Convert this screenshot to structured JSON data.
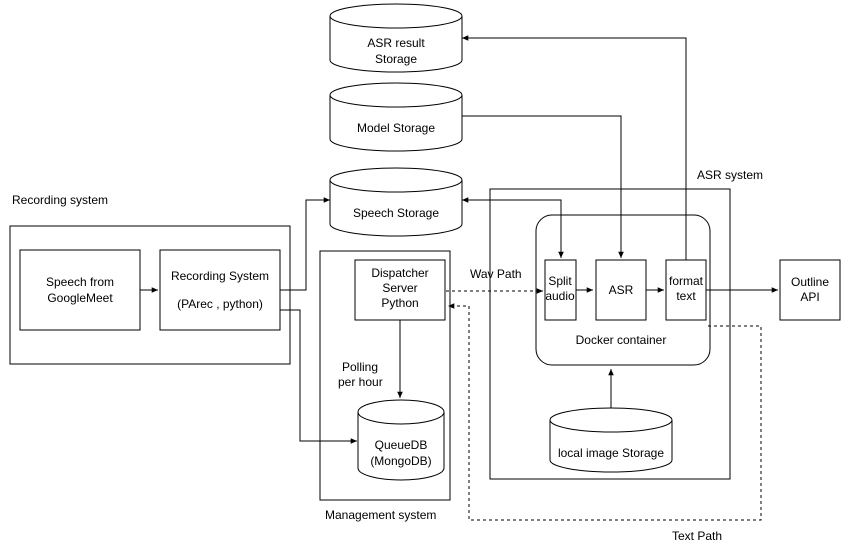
{
  "groups": {
    "recording": "Recording system",
    "management": "Management system",
    "asr": "ASR system",
    "docker": "Docker container"
  },
  "storages": {
    "asr_result": [
      "ASR result",
      "Storage"
    ],
    "model": "Model Storage",
    "speech": "Speech Storage",
    "queue": [
      "QueueDB",
      "(MongoDB)"
    ],
    "local_image": "local image Storage"
  },
  "processes": {
    "speech_source": [
      "Speech from",
      "GoogleMeet"
    ],
    "recording_system": [
      "Recording System",
      "(PArec , python)"
    ],
    "dispatcher": [
      "Dispatcher",
      "Server",
      "Python"
    ],
    "split_audio": [
      "Split",
      "audio"
    ],
    "asr": "ASR",
    "format_text": [
      "format",
      "text"
    ],
    "outline_api": [
      "Outline",
      "API"
    ]
  },
  "edge_labels": {
    "wav_path": "Wav Path",
    "polling": [
      "Polling",
      "per hour"
    ],
    "text_path": "Text Path"
  },
  "colors": {
    "stroke": "#000000",
    "fill": "#ffffff"
  }
}
